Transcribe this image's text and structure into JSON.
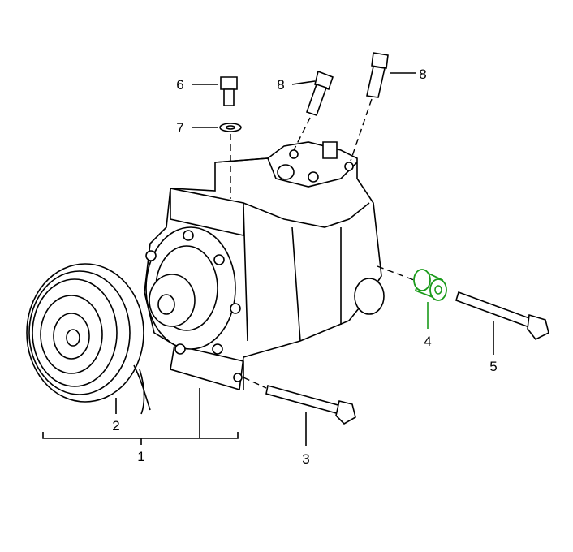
{
  "diagram": {
    "highlight_color": "#1a9a1a",
    "highlighted_part": "4",
    "callouts": [
      {
        "id": "label-6",
        "text": "6"
      },
      {
        "id": "label-8a",
        "text": "8"
      },
      {
        "id": "label-8b",
        "text": "8"
      },
      {
        "id": "label-7",
        "text": "7"
      },
      {
        "id": "label-4",
        "text": "4"
      },
      {
        "id": "label-5",
        "text": "5"
      },
      {
        "id": "label-2",
        "text": "2"
      },
      {
        "id": "label-1",
        "text": "1"
      },
      {
        "id": "label-3",
        "text": "3"
      }
    ]
  }
}
